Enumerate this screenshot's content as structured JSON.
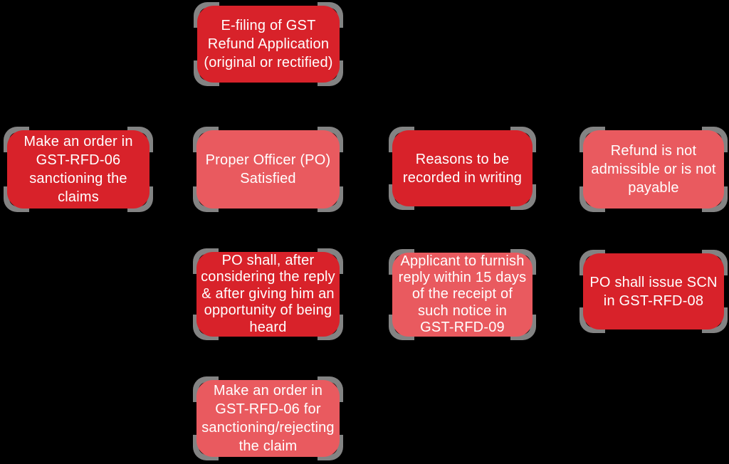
{
  "diagram": {
    "background_color": "#000000",
    "colors": {
      "node_red": "#D8222A",
      "node_light_red": "#E95A5F",
      "corner_accent_gray": "#838383",
      "text": "#FFFFFF"
    },
    "nodes": [
      {
        "id": "efiling",
        "variant": "red",
        "text": "E-filing of GST\nRefund Application\n(original or rectified)"
      },
      {
        "id": "order-sanction",
        "variant": "red",
        "text": "Make an order in\nGST-RFD-06\nsanctioning the\nclaims"
      },
      {
        "id": "po-satisfied",
        "variant": "light",
        "text": "Proper Officer (PO)\nSatisfied"
      },
      {
        "id": "reasons-recorded",
        "variant": "red",
        "text": "Reasons to be\nrecorded in writing"
      },
      {
        "id": "refund-not-admissible",
        "variant": "light",
        "text": "Refund is not\nadmissible or is not\npayable"
      },
      {
        "id": "po-considering-reply",
        "variant": "red",
        "text": "PO shall, after\nconsidering the reply\n& after giving him an\nopportunity of being\nheard"
      },
      {
        "id": "applicant-furnish-reply",
        "variant": "light",
        "text": "Applicant to furnish\nreply within 15 days\nof the receipt of\nsuch notice in\nGST-RFD-09"
      },
      {
        "id": "po-issue-scn",
        "variant": "red",
        "text": "PO shall issue SCN\nin GST-RFD-08"
      },
      {
        "id": "order-sanction-reject",
        "variant": "light",
        "text": "Make an order in\nGST-RFD-06 for\nsanctioning/rejecting\nthe claim"
      }
    ]
  }
}
